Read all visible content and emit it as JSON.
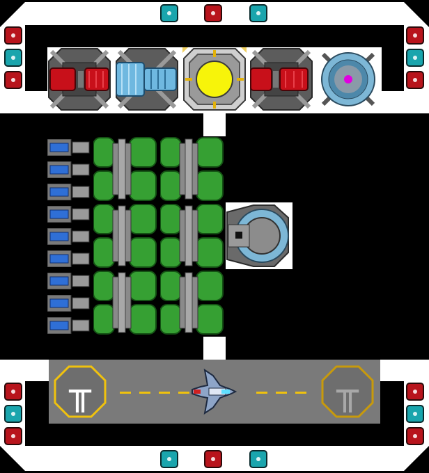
{
  "scene": {
    "title": "",
    "colors": {
      "hull": "#ffffff",
      "space": "#000000",
      "light_red": "#b8141c",
      "light_cyan": "#1aa5ad",
      "core": "#f7f40a",
      "pad_border": "#f0c20e",
      "fuel_green": "#36a033",
      "battery_blue": "#2f6fd6"
    }
  },
  "lights": {
    "top": [
      "cyan",
      "red",
      "cyan"
    ],
    "bottom": [
      "cyan",
      "red",
      "cyan"
    ],
    "left_top": [
      "red",
      "cyan",
      "red"
    ],
    "right_top": [
      "red",
      "cyan",
      "red"
    ],
    "left_bottom": [
      "red",
      "cyan",
      "red"
    ],
    "right_bottom": [
      "red",
      "cyan",
      "red"
    ]
  },
  "modules": [
    {
      "name": "laser-turret-red",
      "icon": "red-laser-icon"
    },
    {
      "name": "ion-cannon-blue",
      "icon": "blue-cannon-icon"
    },
    {
      "name": "reactor-core",
      "icon": "yellow-core-icon"
    },
    {
      "name": "laser-turret-red-2",
      "icon": "red-laser-icon"
    },
    {
      "name": "shield-generator",
      "icon": "magenta-shield-icon"
    }
  ],
  "storage": {
    "rows": 9,
    "fuel_tank_columns": 2
  },
  "side_module": {
    "name": "scanner-dome",
    "icon": "dome-icon"
  },
  "runway": {
    "pads": [
      {
        "glyph": "╥",
        "active": true
      },
      {
        "glyph": "╥",
        "active": false
      }
    ],
    "ship": "fighter-ship"
  }
}
